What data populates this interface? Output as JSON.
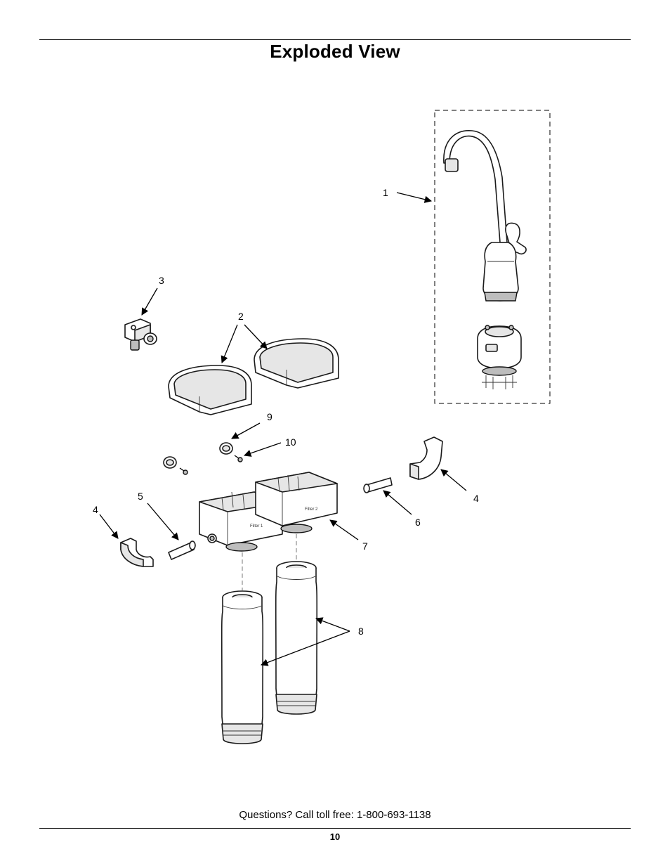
{
  "page": {
    "title": "Exploded View",
    "footer_text": "Questions? Call toll free: 1-800-693-1138",
    "page_number": "10"
  },
  "diagram": {
    "callouts": {
      "c1": "1",
      "c2": "2",
      "c3": "3",
      "c4a": "4",
      "c4b": "4",
      "c5": "5",
      "c6": "6",
      "c7": "7",
      "c8": "8",
      "c9": "9",
      "c10": "10"
    },
    "housing_labels": {
      "filter_1": "Filter 1",
      "filter_2": "Filter 2"
    }
  }
}
